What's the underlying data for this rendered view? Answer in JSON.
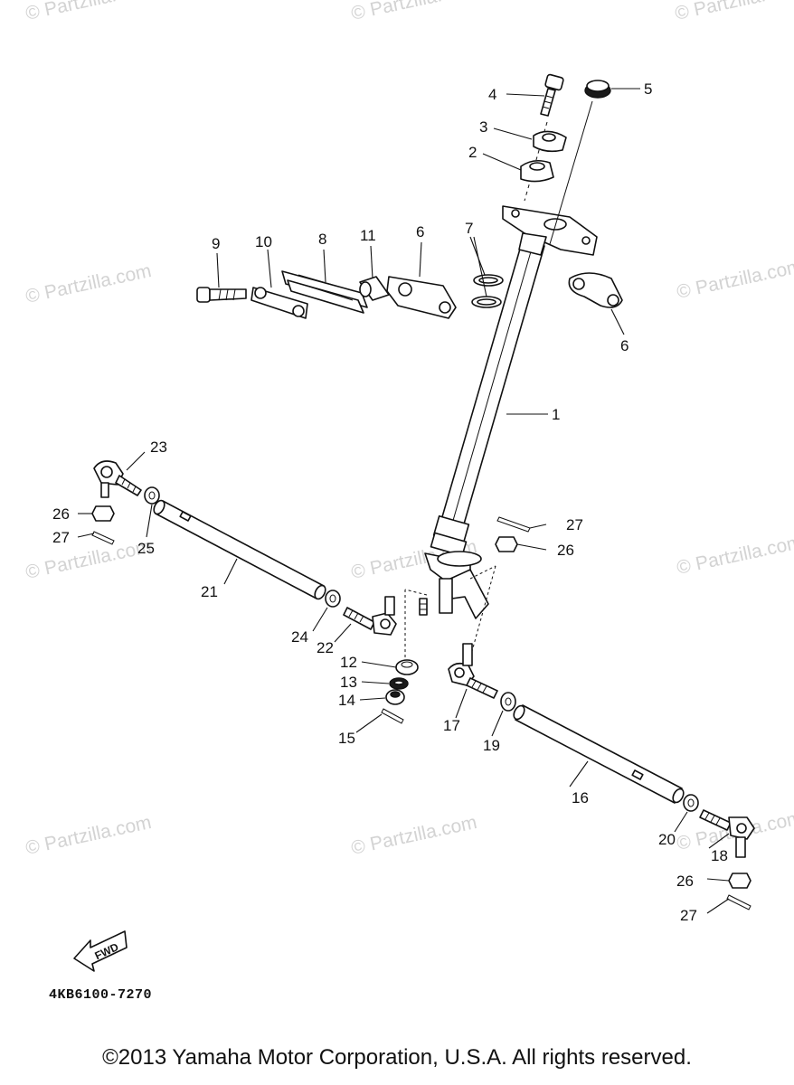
{
  "watermark": "© Partzilla.com",
  "diagram_code": "4KB6100-7270",
  "fwd_label": "FWD",
  "copyright": "©2013 Yamaha Motor Corporation, U.S.A. All rights reserved.",
  "callouts": [
    {
      "id": "c4",
      "label": "4"
    },
    {
      "id": "c5",
      "label": "5"
    },
    {
      "id": "c3",
      "label": "3"
    },
    {
      "id": "c2",
      "label": "2"
    },
    {
      "id": "c9",
      "label": "9"
    },
    {
      "id": "c10",
      "label": "10"
    },
    {
      "id": "c8",
      "label": "8"
    },
    {
      "id": "c11",
      "label": "11"
    },
    {
      "id": "c6a",
      "label": "6"
    },
    {
      "id": "c7",
      "label": "7"
    },
    {
      "id": "c6b",
      "label": "6"
    },
    {
      "id": "c1",
      "label": "1"
    },
    {
      "id": "c23",
      "label": "23"
    },
    {
      "id": "c26a",
      "label": "26"
    },
    {
      "id": "c27a",
      "label": "27"
    },
    {
      "id": "c25",
      "label": "25"
    },
    {
      "id": "c27b",
      "label": "27"
    },
    {
      "id": "c26b",
      "label": "26"
    },
    {
      "id": "c21",
      "label": "21"
    },
    {
      "id": "c24",
      "label": "24"
    },
    {
      "id": "c22",
      "label": "22"
    },
    {
      "id": "c12",
      "label": "12"
    },
    {
      "id": "c13",
      "label": "13"
    },
    {
      "id": "c14",
      "label": "14"
    },
    {
      "id": "c15",
      "label": "15"
    },
    {
      "id": "c17",
      "label": "17"
    },
    {
      "id": "c19",
      "label": "19"
    },
    {
      "id": "c16",
      "label": "16"
    },
    {
      "id": "c20",
      "label": "20"
    },
    {
      "id": "c18",
      "label": "18"
    },
    {
      "id": "c26c",
      "label": "26"
    },
    {
      "id": "c27c",
      "label": "27"
    }
  ]
}
